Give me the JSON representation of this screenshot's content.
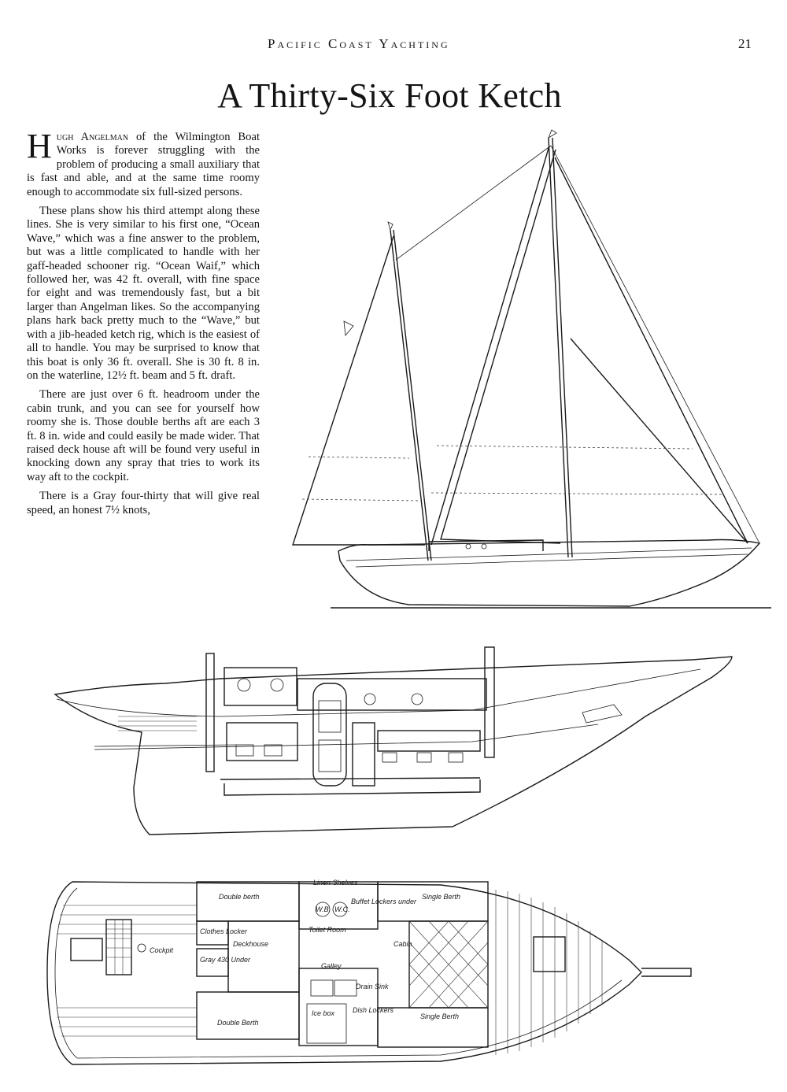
{
  "header": {
    "running_title": "Pacific Coast Yachting",
    "page_number": "21"
  },
  "article": {
    "title": "A Thirty-Six Foot Ketch",
    "dropcap": "H",
    "para1_smallcaps": "ugh Angelman",
    "para1_rest": " of the Wilmington Boat Works is forever struggling with the problem of producing a small auxiliary that is fast and able, and at the same time roomy enough to accommodate six full-sized persons.",
    "para2": "These plans show his third attempt along these lines. She is very similar to his first one, “Ocean Wave,” which was a fine answer to the problem, but was a little complicated to handle with her gaff-headed schooner rig. “Ocean Waif,” which followed her, was 42 ft. overall, with fine space for eight and was tremendously fast, but a bit larger than Angelman likes. So the accompanying plans hark back pretty much to the “Wave,” but with a jib-headed ketch rig, which is the easiest of all to handle. You may be surprised to know that this boat is only 36 ft. overall. She is 30 ft. 8 in. on the waterline, 12½ ft. beam and 5 ft. draft.",
    "para3": "There are just over 6 ft. headroom under the cabin trunk, and you can see for yourself how roomy she is. Those double berths aft are each 3 ft. 8 in. wide and could easily be made wider. That raised deck house aft will be found very useful in knocking down any spray that tries to work its way aft to the cockpit.",
    "para4": "There is a Gray four-thirty that will give real speed, an honest 7½ knots,"
  },
  "plan_labels": {
    "double_berth_upper": "Double berth",
    "double_berth_lower": "Double Berth",
    "linen_shelves": "Linen Shelves",
    "clothes_locker": "Clothes Locker",
    "deckhouse": "Deckhouse",
    "cockpit": "Cockpit",
    "gray_under": "Gray 430 Under",
    "galley": "Galley",
    "toilet_room": "Toilet Room",
    "buffet": "Buffet Lockers under",
    "cabin": "Cabin",
    "single_berth_upper": "Single Berth",
    "single_berth_lower": "Single Berth",
    "drain_sink": "Drain Sink",
    "ice_box": "Ice box",
    "dish_lockers": "Dish Lockers",
    "wash": "W.B.",
    "wc": "W.C."
  }
}
